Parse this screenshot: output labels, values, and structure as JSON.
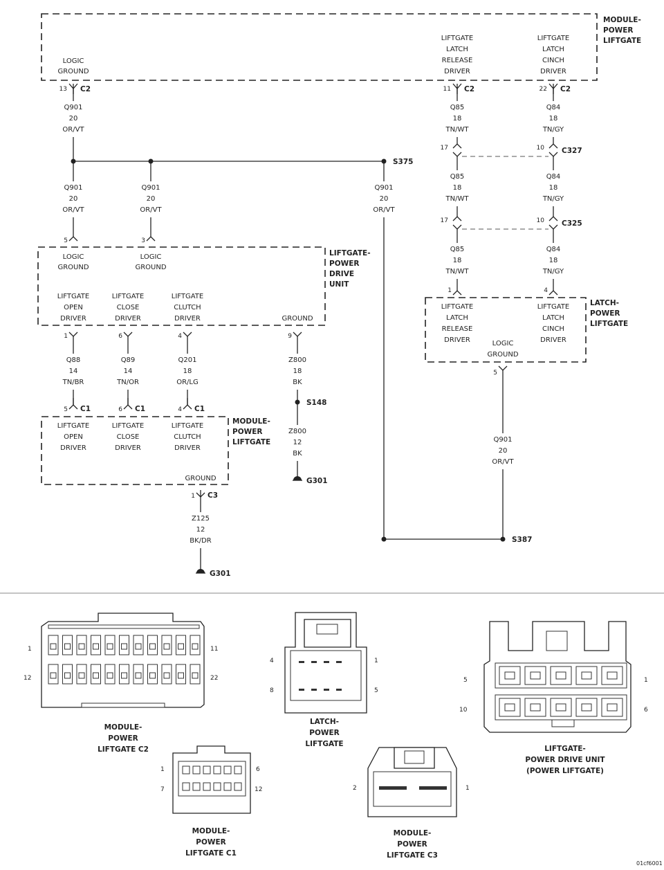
{
  "modules": {
    "top_module": {
      "title": [
        "MODULE-",
        "POWER",
        "LIFTGATE"
      ],
      "logic_ground": [
        "LOGIC",
        "GROUND"
      ],
      "release_driver": [
        "LIFTGATE",
        "LATCH",
        "RELEASE",
        "DRIVER"
      ],
      "cinch_driver": [
        "LIFTGATE",
        "LATCH",
        "CINCH",
        "DRIVER"
      ]
    },
    "drive_unit": {
      "title": [
        "LIFTGATE-",
        "POWER",
        "DRIVE",
        "UNIT"
      ],
      "logic_ground_1": [
        "LOGIC",
        "GROUND"
      ],
      "logic_ground_2": [
        "LOGIC",
        "GROUND"
      ],
      "open_driver": [
        "LIFTGATE",
        "OPEN",
        "DRIVER"
      ],
      "close_driver": [
        "LIFTGATE",
        "CLOSE",
        "DRIVER"
      ],
      "clutch_driver": [
        "LIFTGATE",
        "CLUTCH",
        "DRIVER"
      ],
      "ground": "GROUND"
    },
    "latch": {
      "title": [
        "LATCH-",
        "POWER",
        "LIFTGATE"
      ],
      "release_driver": [
        "LIFTGATE",
        "LATCH",
        "RELEASE",
        "DRIVER"
      ],
      "cinch_driver": [
        "LIFTGATE",
        "LATCH",
        "CINCH",
        "DRIVER"
      ],
      "logic_ground": [
        "LOGIC",
        "GROUND"
      ]
    },
    "lower_module": {
      "title": [
        "MODULE-",
        "POWER",
        "LIFTGATE"
      ],
      "open_driver": [
        "LIFTGATE",
        "OPEN",
        "DRIVER"
      ],
      "close_driver": [
        "LIFTGATE",
        "CLOSE",
        "DRIVER"
      ],
      "clutch_driver": [
        "LIFTGATE",
        "CLUTCH",
        "DRIVER"
      ],
      "ground": "GROUND"
    }
  },
  "wires": {
    "q901_20_ornt": [
      "Q901",
      "20",
      "OR/VT"
    ],
    "q85_18_tnwt": [
      "Q85",
      "18",
      "TN/WT"
    ],
    "q84_18_tngy": [
      "Q84",
      "18",
      "TN/GY"
    ],
    "q88_14_tnbr": [
      "Q88",
      "14",
      "TN/BR"
    ],
    "q89_14_tnor": [
      "Q89",
      "14",
      "TN/OR"
    ],
    "q201_18_orlg": [
      "Q201",
      "18",
      "OR/LG"
    ],
    "z800_18_bk": [
      "Z800",
      "18",
      "BK"
    ],
    "z800_12_bk": [
      "Z800",
      "12",
      "BK"
    ],
    "z125_12_bkdr": [
      "Z125",
      "12",
      "BK/DR"
    ]
  },
  "connectors": {
    "c1": "C1",
    "c2": "C2",
    "c3": "C3",
    "c325": "C325",
    "c327": "C327"
  },
  "splices": {
    "s375": "S375",
    "s148": "S148",
    "s387": "S387"
  },
  "grounds": {
    "g301": "G301"
  },
  "pins": {
    "p1": "1",
    "p2": "2",
    "p3": "3",
    "p4": "4",
    "p5": "5",
    "p6": "6",
    "p7": "7",
    "p8": "8",
    "p9": "9",
    "p10": "10",
    "p11": "11",
    "p12": "12",
    "p13": "13",
    "p17": "17",
    "p22": "22"
  },
  "connector_views": {
    "module_c2": [
      "MODULE-",
      "POWER",
      "LIFTGATE C2"
    ],
    "latch": [
      "LATCH-",
      "POWER",
      "LIFTGATE"
    ],
    "drive_unit": [
      "LIFTGATE-",
      "POWER DRIVE UNIT",
      "(POWER LIFTGATE)"
    ],
    "module_c1": [
      "MODULE-",
      "POWER",
      "LIFTGATE C1"
    ],
    "module_c3": [
      "MODULE-",
      "POWER",
      "LIFTGATE C3"
    ]
  },
  "figure_id": "01cf6001"
}
